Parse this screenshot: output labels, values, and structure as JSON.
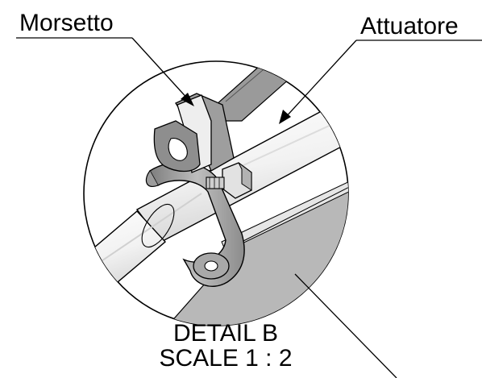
{
  "callouts": {
    "clamp_label": "Morsetto",
    "actuator_label": "Attuatore"
  },
  "caption": {
    "detail": "DETAIL B",
    "scale": "SCALE 1 : 2"
  },
  "colors": {
    "line": "#000000",
    "background": "#ffffff",
    "part_light": "#f0f0f0",
    "part_mid": "#c9c9c9",
    "part_dark": "#8a8a8a"
  }
}
